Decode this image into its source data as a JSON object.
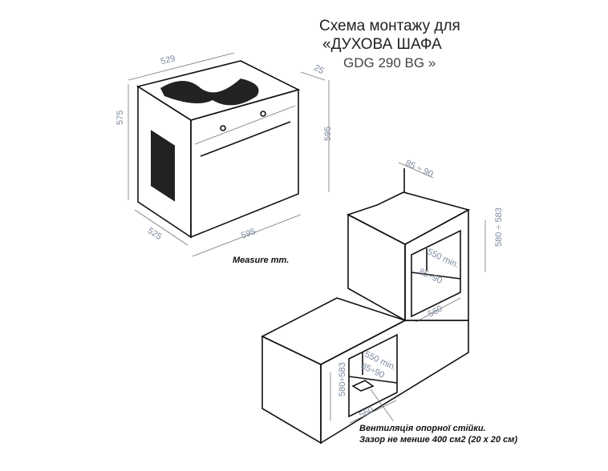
{
  "title": {
    "line1": "Схема монтажу для",
    "line2": "«ДУХОВА ШАФА",
    "line3": "GDG 290 BG »"
  },
  "oven_dims": {
    "width_top": "529",
    "depth_step": "25",
    "height_side": "575",
    "height_front": "595",
    "depth_bottom": "525",
    "width_front": "595"
  },
  "measure_note": "Measure mm.",
  "tall_cabinet": {
    "top_gap": "85 ÷ 90",
    "height": "580 ÷ 583",
    "depth_min": "550 min.",
    "back_gap": "85÷90",
    "width": "560"
  },
  "base_cabinet": {
    "height": "580÷583",
    "depth_min": "550 min.",
    "back_gap": "85÷90",
    "width": "560"
  },
  "vent_note": {
    "line1": "Вентиляція опорної стійки.",
    "line2": "Зазор не менше 400 см2 (20 x 20 см)"
  }
}
